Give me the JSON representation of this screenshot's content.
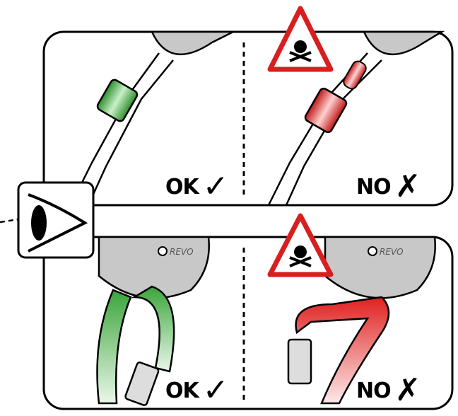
{
  "panels": {
    "top": {
      "ok_label": "OK",
      "no_label": "NO"
    },
    "bottom": {
      "ok_label": "OK",
      "no_label": "NO"
    }
  },
  "device_logo": "REVO",
  "icons": {
    "check": "✓",
    "cross": "✗",
    "warning": "skull-warning-triangle",
    "eye": "eye-icon"
  },
  "colors": {
    "ok": "#3aa53a",
    "danger": "#e02020",
    "device": "#b8b8b8"
  }
}
